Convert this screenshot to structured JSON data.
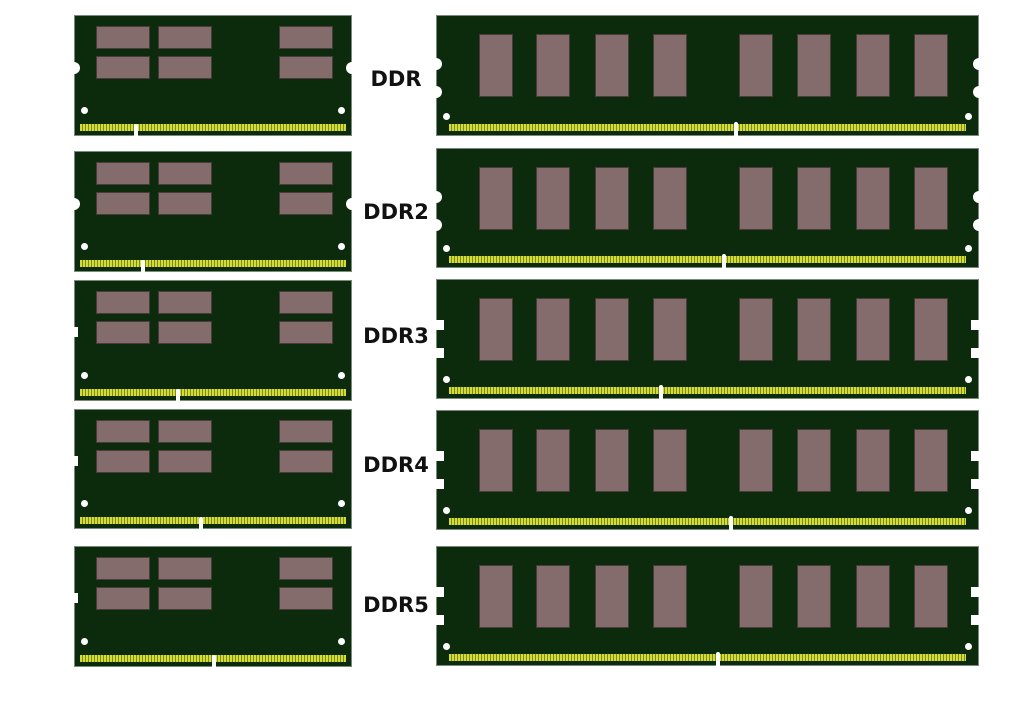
{
  "modules": [
    {
      "label": "DDR"
    },
    {
      "label": "DDR2"
    },
    {
      "label": "DDR3"
    },
    {
      "label": "DDR4"
    },
    {
      "label": "DDR5"
    }
  ],
  "colors": {
    "pcb": "#0c2a0c",
    "chip": "#856c6c",
    "pins": "#d4dc3a"
  }
}
